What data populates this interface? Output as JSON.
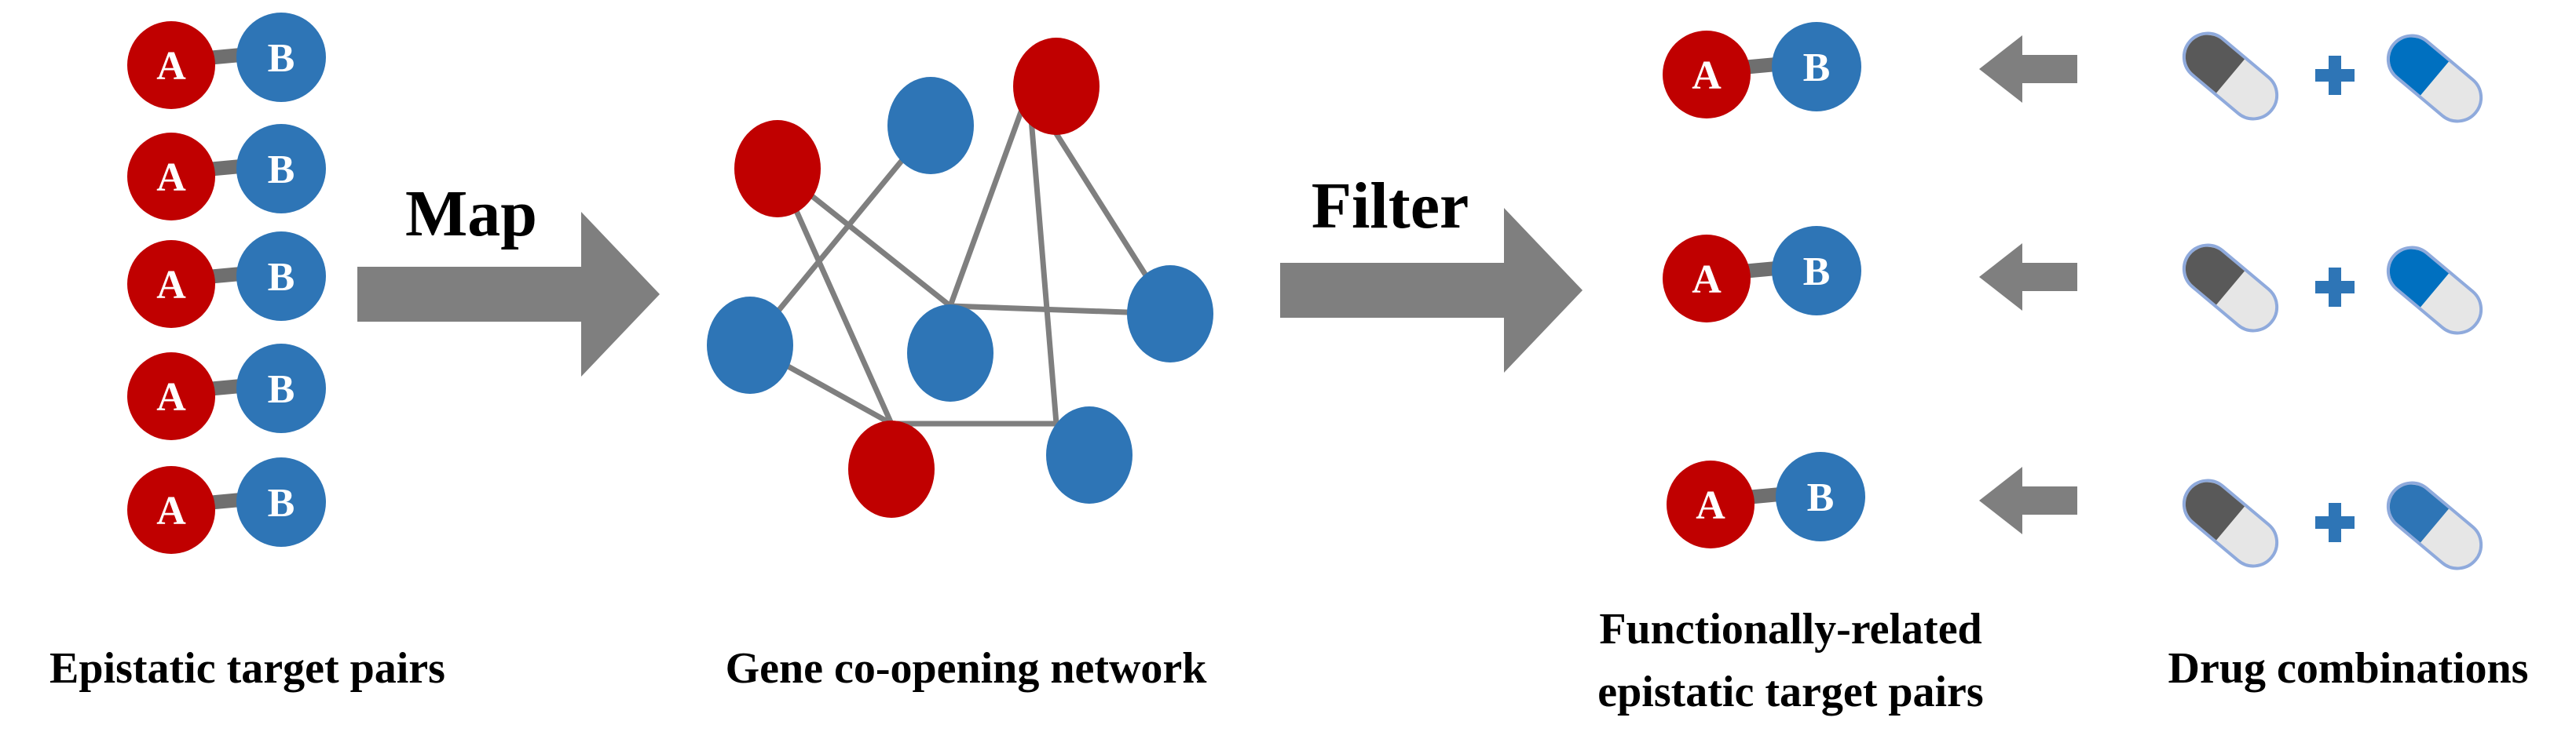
{
  "colors": {
    "gene_a": "#c00000",
    "gene_b": "#2e75b6",
    "link": "#6f6f6f",
    "arrow": "#7f7f7f",
    "edge": "#7f7f7f",
    "capsule_dark": "#595959",
    "capsule_light": "#e6e6e6",
    "capsule_outline": "#8faadc",
    "capsule_blue": "#0070c0",
    "capsule_blue_mid": "#2e75b6",
    "plus": "#2e75b6"
  },
  "nodes": {
    "a_label": "A",
    "b_label": "B"
  },
  "arrows": {
    "map_label": "Map",
    "filter_label": "Filter"
  },
  "drug_combinations": {
    "operator": "+"
  },
  "captions": {
    "epistatic": "Epistatic target pairs",
    "network": "Gene co-opening network",
    "functional_line1": "Functionally-related",
    "functional_line2": "epistatic target pairs",
    "drugs": "Drug combinations"
  }
}
